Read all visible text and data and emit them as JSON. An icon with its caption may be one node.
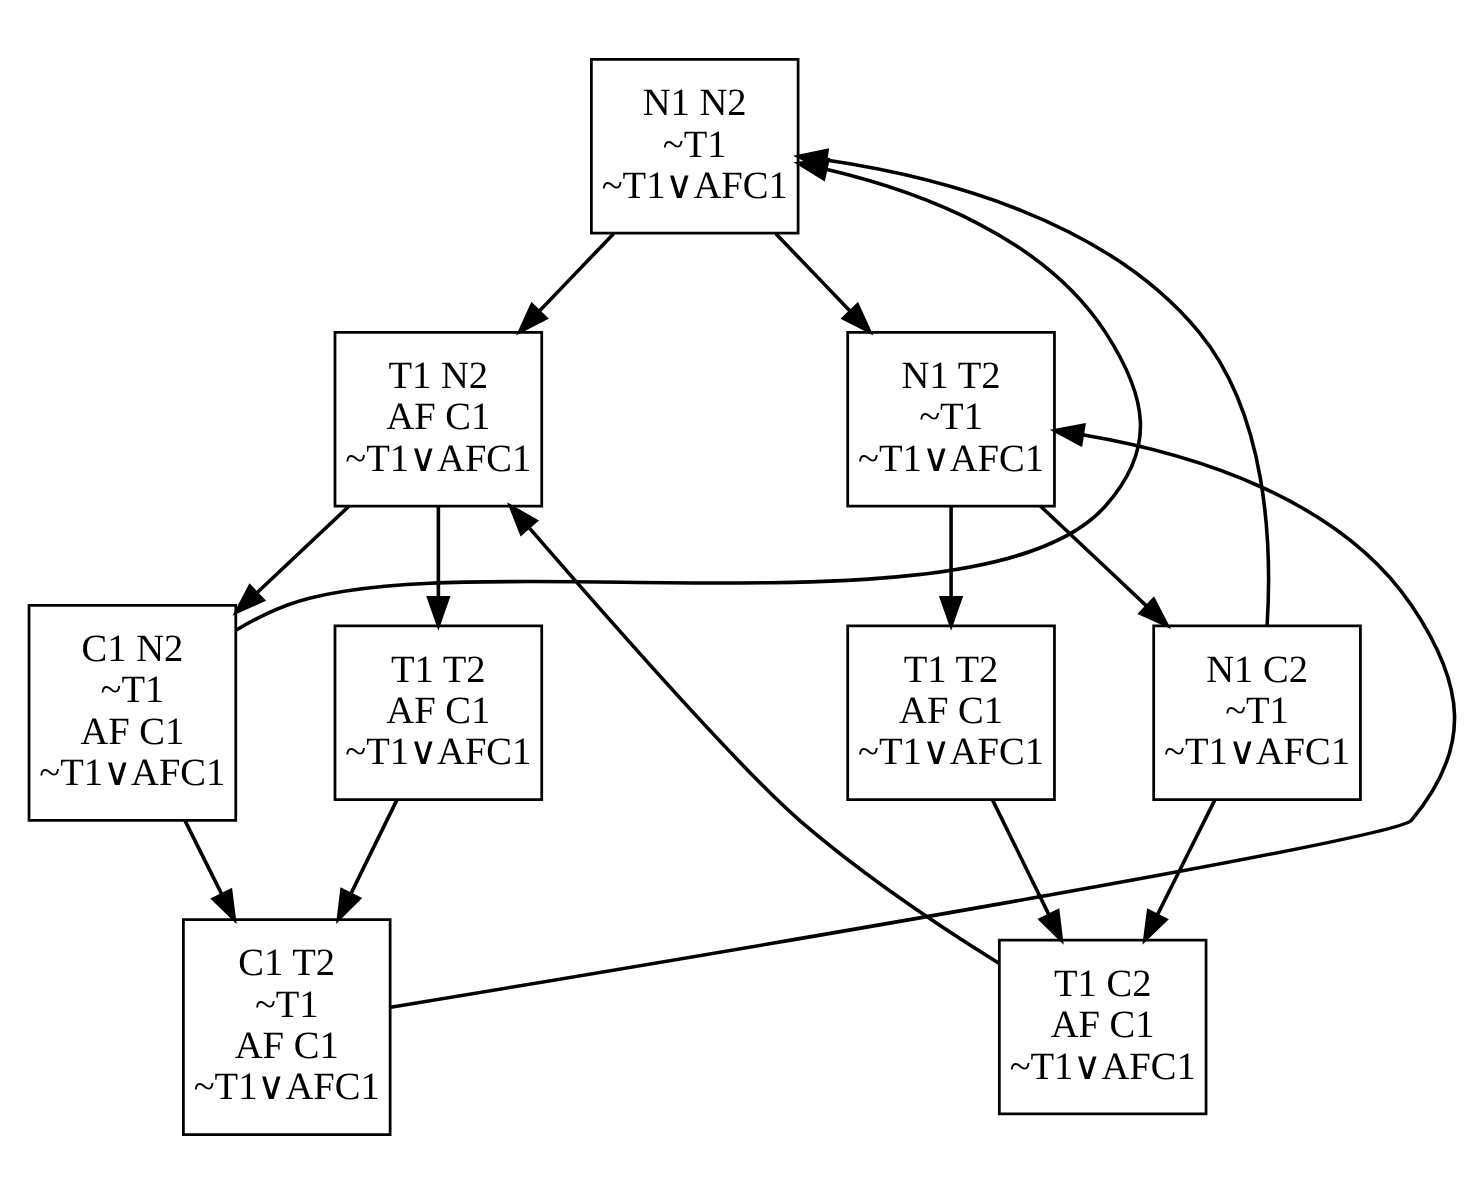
{
  "diagram": {
    "nodes": [
      {
        "text": [
          "N1 N2",
          "~T1",
          "~T1∨AFC1"
        ]
      },
      {
        "text": [
          "T1 N2",
          "AF C1",
          "~T1∨AFC1"
        ]
      },
      {
        "text": [
          "N1 T2",
          "~T1",
          "~T1∨AFC1"
        ]
      },
      {
        "text": [
          "C1 N2",
          "~T1",
          "AF C1",
          "~T1∨AFC1"
        ]
      },
      {
        "text": [
          "T1 T2",
          "AF C1",
          "~T1∨AFC1"
        ]
      },
      {
        "text": [
          "T1 T2",
          "AF C1",
          "~T1∨AFC1"
        ]
      },
      {
        "text": [
          "N1 C2",
          "~T1",
          "~T1∨AFC1"
        ]
      },
      {
        "text": [
          "C1 T2",
          "~T1",
          "AF C1",
          "~T1∨AFC1"
        ]
      },
      {
        "text": [
          "T1 C2",
          "AF C1",
          "~T1∨AFC1"
        ]
      }
    ],
    "edges": [
      {
        "from": 0,
        "to": 1,
        "arrow": "to"
      },
      {
        "from": 0,
        "to": 2,
        "arrow": "to"
      },
      {
        "from": 1,
        "to": 3,
        "arrow": "to"
      },
      {
        "from": 1,
        "to": 4,
        "arrow": "to"
      },
      {
        "from": 2,
        "to": 5,
        "arrow": "to"
      },
      {
        "from": 2,
        "to": 6,
        "arrow": "to"
      },
      {
        "from": 3,
        "to": 0,
        "arrow": "to"
      },
      {
        "from": 6,
        "to": 0,
        "arrow": "to"
      },
      {
        "from": 3,
        "to": 7,
        "arrow": "to"
      },
      {
        "from": 4,
        "to": 7,
        "arrow": "to"
      },
      {
        "from": 5,
        "to": 8,
        "arrow": "to"
      },
      {
        "from": 6,
        "to": 8,
        "arrow": "to"
      },
      {
        "from": 7,
        "to": 2,
        "arrow": "to"
      },
      {
        "from": 8,
        "to": 1,
        "arrow": "to"
      }
    ]
  }
}
